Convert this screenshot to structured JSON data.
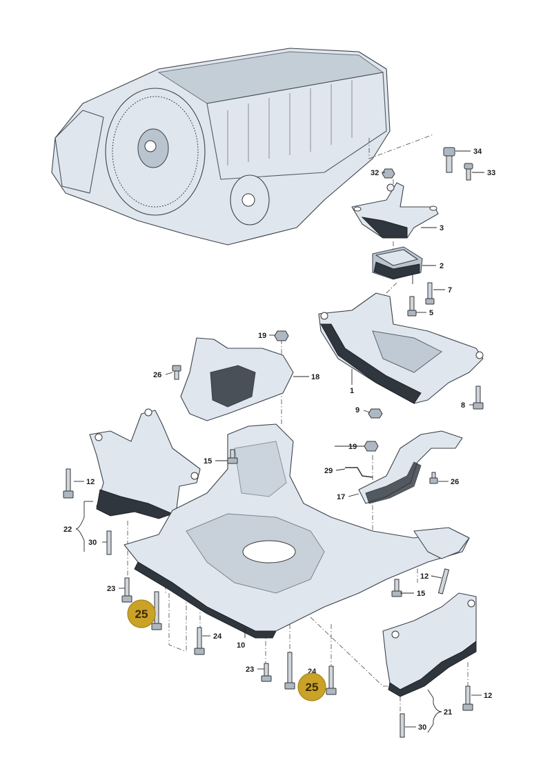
{
  "diagram": {
    "labels": {
      "p34": "34",
      "p33": "33",
      "p32": "32",
      "p3": "3",
      "p2": "2",
      "p7": "7",
      "p5": "5",
      "p1": "1",
      "p8": "8",
      "p9": "9",
      "p19a": "19",
      "p18": "18",
      "p26a": "26",
      "p15a": "15",
      "p12a": "12",
      "p22": "22",
      "p30a": "30",
      "p19b": "19",
      "p29": "29",
      "p26b": "26",
      "p17": "17",
      "p23a": "23",
      "p24a": "24",
      "p10": "10",
      "p12b": "12",
      "p15b": "15",
      "p23b": "23",
      "p24b": "24",
      "p12c": "12",
      "p21": "21",
      "p30b": "30"
    },
    "badges": {
      "b1": "25",
      "b2": "25"
    },
    "colors": {
      "badge_fill": "#c9a227",
      "part_fill": "#dfe6ed",
      "outline": "#3a4048"
    }
  }
}
